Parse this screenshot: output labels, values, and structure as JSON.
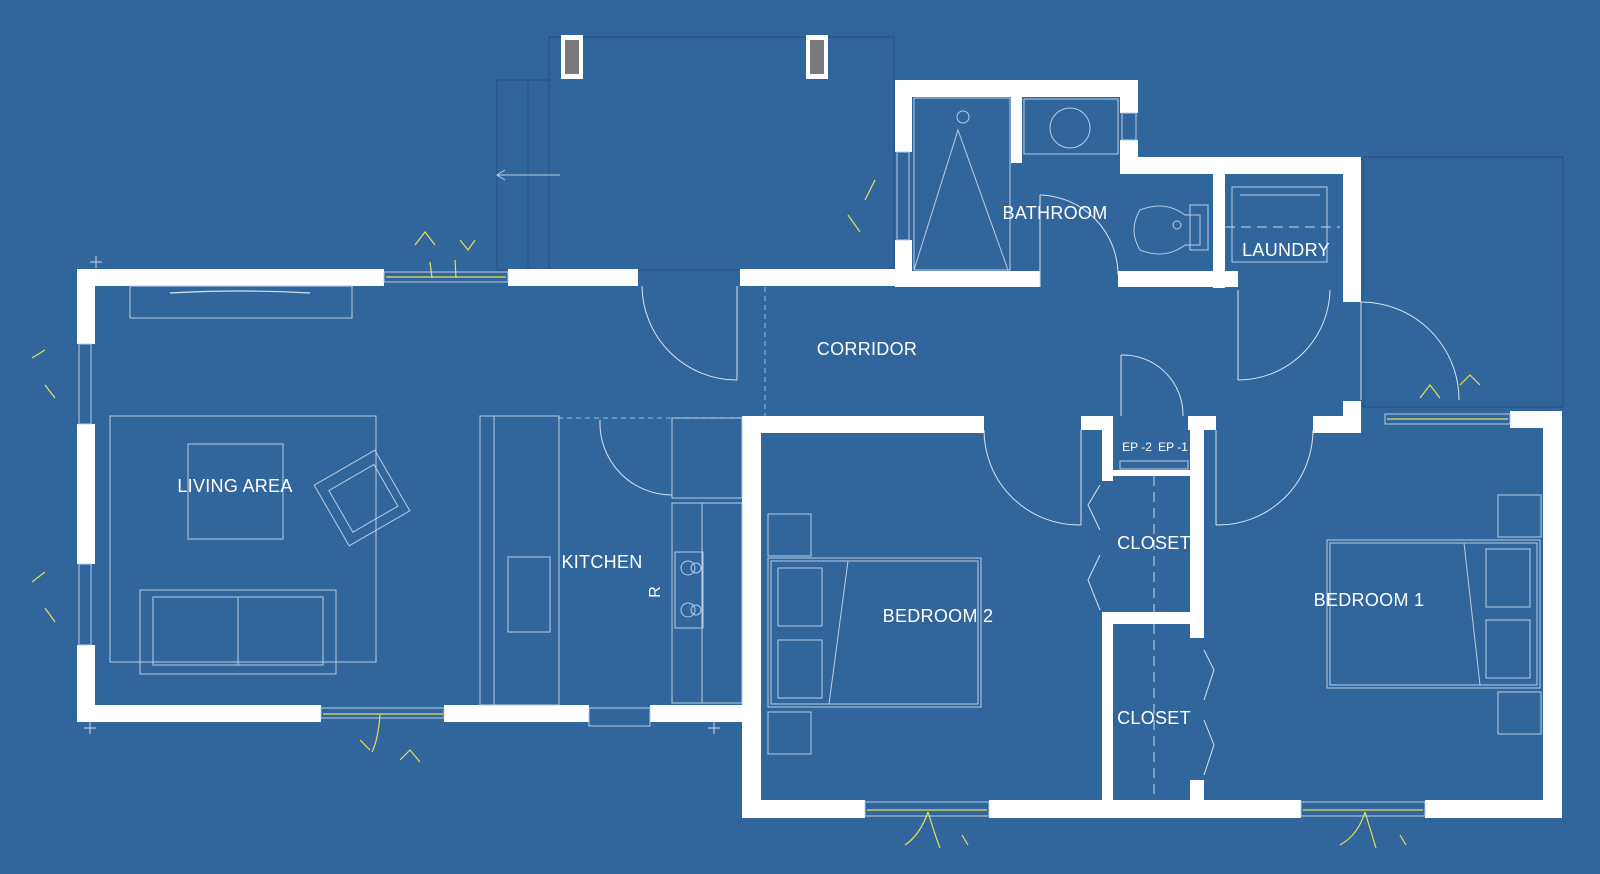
{
  "colors": {
    "background": "#31669c",
    "walls": "#ffffff",
    "fixtures": "#b8cde6",
    "window_swing": "#e8e052",
    "hidden_line": "#5fb8e8"
  },
  "rooms": {
    "living_area": "LIVING AREA",
    "kitchen": "KITCHEN",
    "corridor": "CORRIDOR",
    "bathroom": "BATHROOM",
    "laundry": "LAUNDRY",
    "bedroom_1": "BEDROOM 1",
    "bedroom_2": "BEDROOM 2",
    "closet_upper": "CLOSET",
    "closet_lower": "CLOSET"
  },
  "panels": {
    "ep2": "EP -2",
    "ep1": "EP -1"
  },
  "fixtures": {
    "range_mark": "R"
  }
}
